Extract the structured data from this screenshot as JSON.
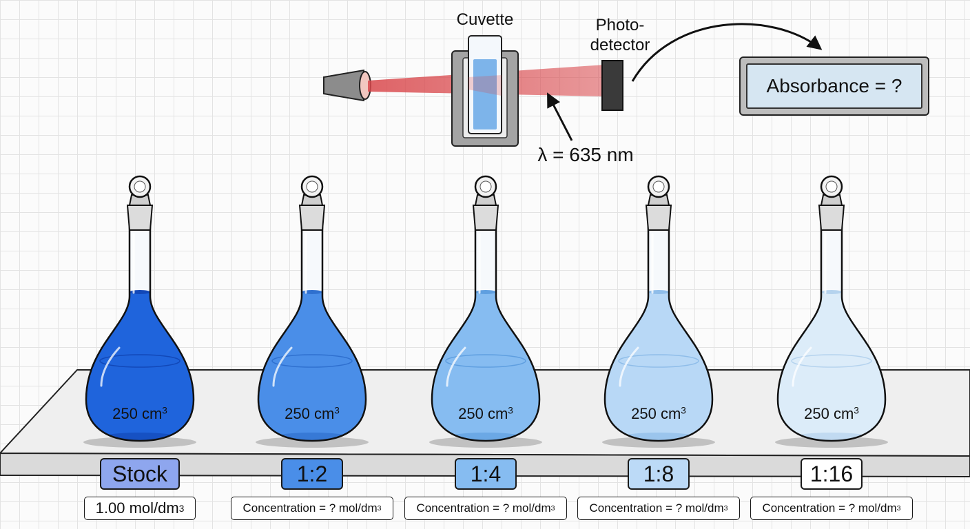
{
  "apparatus": {
    "cuvette_label": "Cuvette",
    "detector_label_line1": "Photo-",
    "detector_label_line2": "detector",
    "wavelength_label": "λ = 635 nm",
    "readout_text": "Absorbance = ?",
    "beam_color": "#d9484c",
    "solution_color": "#7db4ea"
  },
  "flasks": [
    {
      "volume_value": "250 cm",
      "volume_unit_sup": "3",
      "dilution_label": "Stock",
      "concentration_text": "1.00 mol/dm",
      "concentration_sup": "3",
      "liquid_color": "#1f64dc",
      "liquid_dark": "#1248b8",
      "tag_color": "#8ea6ee"
    },
    {
      "volume_value": "250 cm",
      "volume_unit_sup": "3",
      "dilution_label": "1:2",
      "concentration_text": "Concentration = ? mol/dm",
      "concentration_sup": "3",
      "liquid_color": "#4a8ee8",
      "liquid_dark": "#2f70cf",
      "tag_color": "#4a8ee8"
    },
    {
      "volume_value": "250 cm",
      "volume_unit_sup": "3",
      "dilution_label": "1:4",
      "concentration_text": "Concentration = ? mol/dm",
      "concentration_sup": "3",
      "liquid_color": "#86bcf1",
      "liquid_dark": "#5f9fe0",
      "tag_color": "#86bcf1"
    },
    {
      "volume_value": "250 cm",
      "volume_unit_sup": "3",
      "dilution_label": "1:8",
      "concentration_text": "Concentration = ? mol/dm",
      "concentration_sup": "3",
      "liquid_color": "#b8d8f6",
      "liquid_dark": "#8fbde9",
      "tag_color": "#bcdaf7"
    },
    {
      "volume_value": "250 cm",
      "volume_unit_sup": "3",
      "dilution_label": "1:16",
      "concentration_text": "Concentration = ? mol/dm",
      "concentration_sup": "3",
      "liquid_color": "#dcecf9",
      "liquid_dark": "#b5d3ee",
      "tag_color": "#ffffff"
    }
  ]
}
